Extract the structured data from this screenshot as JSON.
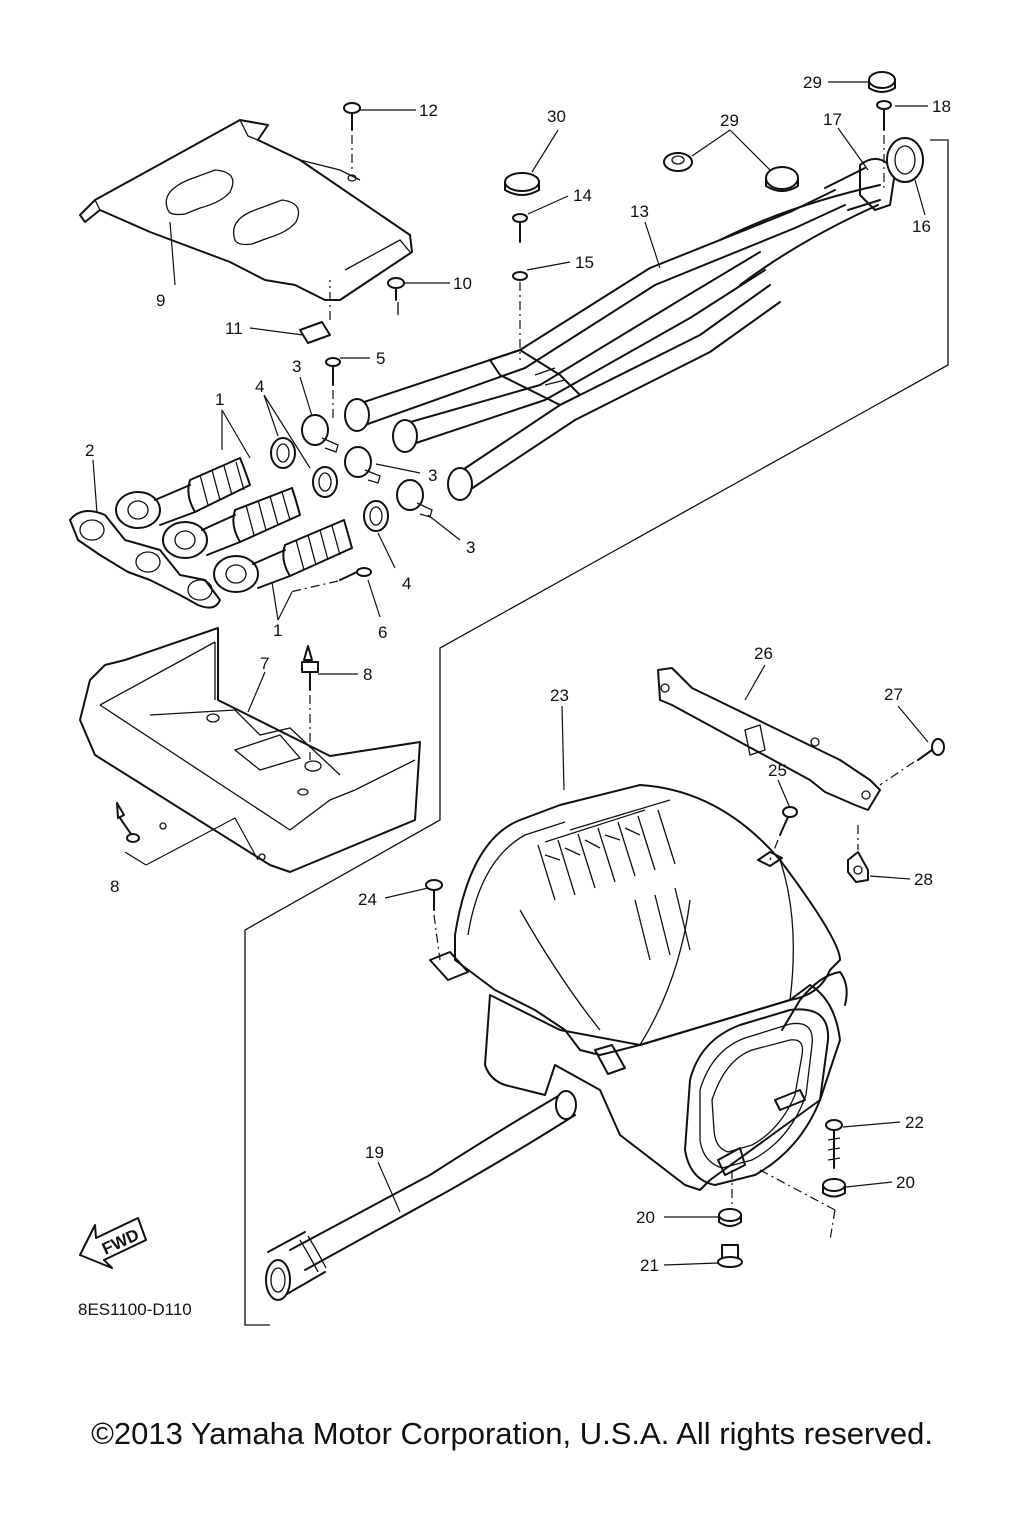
{
  "diagram": {
    "callouts": [
      {
        "id": "c1a",
        "label": "1"
      },
      {
        "id": "c1b",
        "label": "1"
      },
      {
        "id": "c2",
        "label": "2"
      },
      {
        "id": "c3a",
        "label": "3"
      },
      {
        "id": "c3b",
        "label": "3"
      },
      {
        "id": "c3c",
        "label": "3"
      },
      {
        "id": "c4a",
        "label": "4"
      },
      {
        "id": "c4b",
        "label": "4"
      },
      {
        "id": "c5",
        "label": "5"
      },
      {
        "id": "c6",
        "label": "6"
      },
      {
        "id": "c7",
        "label": "7"
      },
      {
        "id": "c8a",
        "label": "8"
      },
      {
        "id": "c8b",
        "label": "8"
      },
      {
        "id": "c9",
        "label": "9"
      },
      {
        "id": "c10",
        "label": "10"
      },
      {
        "id": "c11",
        "label": "11"
      },
      {
        "id": "c12",
        "label": "12"
      },
      {
        "id": "c13",
        "label": "13"
      },
      {
        "id": "c14",
        "label": "14"
      },
      {
        "id": "c15",
        "label": "15"
      },
      {
        "id": "c16",
        "label": "16"
      },
      {
        "id": "c17",
        "label": "17"
      },
      {
        "id": "c18",
        "label": "18"
      },
      {
        "id": "c19",
        "label": "19"
      },
      {
        "id": "c20a",
        "label": "20"
      },
      {
        "id": "c20b",
        "label": "20"
      },
      {
        "id": "c21",
        "label": "21"
      },
      {
        "id": "c22",
        "label": "22"
      },
      {
        "id": "c23",
        "label": "23"
      },
      {
        "id": "c24",
        "label": "24"
      },
      {
        "id": "c25",
        "label": "25"
      },
      {
        "id": "c26",
        "label": "26"
      },
      {
        "id": "c27",
        "label": "27"
      },
      {
        "id": "c28",
        "label": "28"
      },
      {
        "id": "c29a",
        "label": "29"
      },
      {
        "id": "c29b",
        "label": "29"
      },
      {
        "id": "c30",
        "label": "30"
      }
    ],
    "fwd_label": "FWD",
    "drawing_code": "8ES1100-D110"
  },
  "footer": {
    "copyright": "©2013 Yamaha Motor Corporation, U.S.A. All rights reserved."
  }
}
